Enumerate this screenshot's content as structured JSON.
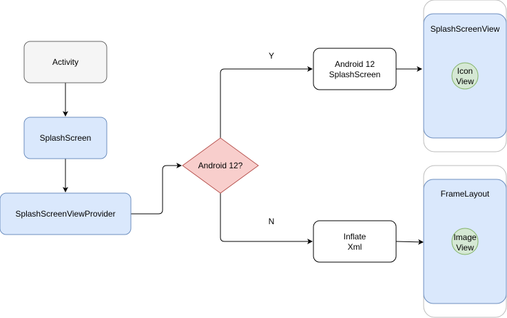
{
  "nodes": {
    "activity": {
      "label": "Activity",
      "fill": "#f5f5f5",
      "stroke": "#666666",
      "text_color": "#333333"
    },
    "splashscreen": {
      "label": "SplashScreen",
      "fill": "#dae8fc",
      "stroke": "#6c8ebf"
    },
    "provider": {
      "label": "SplashScreenViewProvider",
      "fill": "#dae8fc",
      "stroke": "#6c8ebf"
    },
    "decision": {
      "label": "Android 12?",
      "fill": "#f8cecc",
      "stroke": "#b85450"
    },
    "android12": {
      "line1": "Android 12",
      "line2": "SplashScreen",
      "fill": "#ffffff",
      "stroke": "#000000"
    },
    "inflate": {
      "line1": "Inflate",
      "line2": "Xml",
      "fill": "#ffffff",
      "stroke": "#000000"
    },
    "device_top": {
      "frame_stroke": "#bbbbbb",
      "screen_fill": "#dae8fc",
      "screen_stroke": "#6c8ebf",
      "title": "SplashScreenView",
      "circle_line1": "Icon",
      "circle_line2": "View"
    },
    "device_bottom": {
      "frame_stroke": "#bbbbbb",
      "screen_fill": "#dae8fc",
      "screen_stroke": "#6c8ebf",
      "title": "FrameLayout",
      "circle_line1": "Image",
      "circle_line2": "View"
    },
    "circle_fill": "#d5e8d4",
    "circle_stroke": "#82b366"
  },
  "edges": {
    "yes_label": "Y",
    "no_label": "N"
  }
}
